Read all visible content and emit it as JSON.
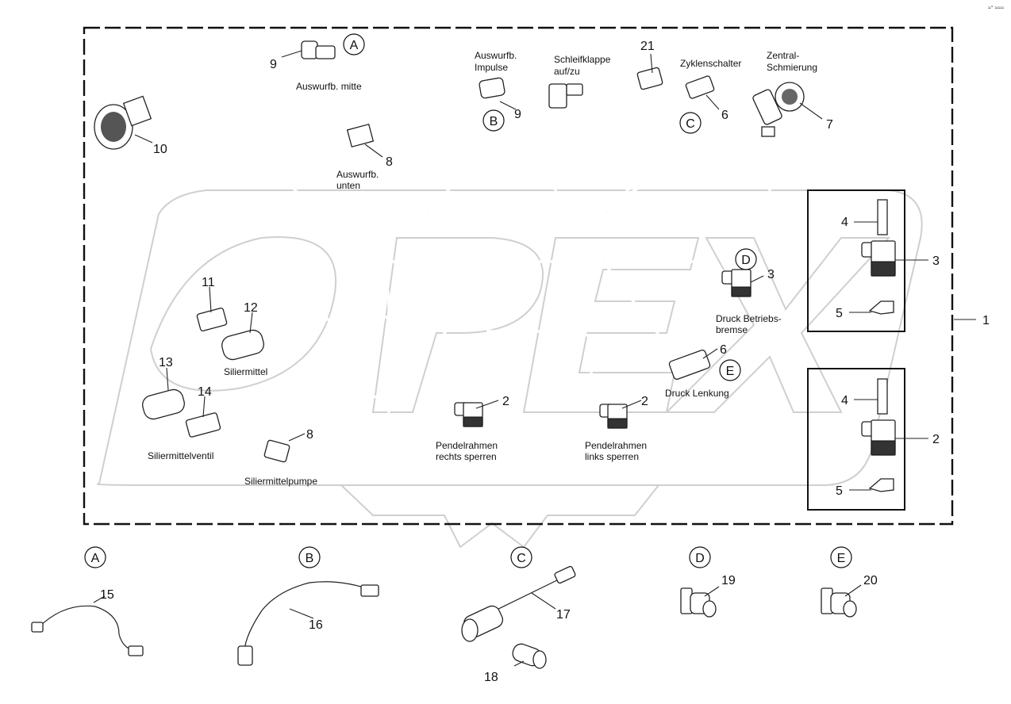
{
  "corner_mark": "≈° ≈≈≈",
  "labels": {
    "auswurfb_mitte": "Auswurfb. mitte",
    "auswurfb_impulse_1": "Auswurfb.",
    "auswurfb_impulse_2": "Impulse",
    "schleifklappe_1": "Schleifklappe",
    "schleifklappe_2": "auf/zu",
    "zyklenschalter": "Zyklenschalter",
    "zentral_1": "Zentral-",
    "zentral_2": "Schmierung",
    "auswurfb_unten_1": "Auswurfb.",
    "auswurfb_unten_2": "unten",
    "druck_betriebs_1": "Druck Betriebs-",
    "druck_betriebs_2": "bremse",
    "druck_lenkung": "Druck Lenkung",
    "siliermittel": "Siliermittel",
    "siliermittelventil": "Siliermittelventil",
    "siliermittelpumpe": "Siliermittelpumpe",
    "pendel_rechts_1": "Pendelrahmen",
    "pendel_rechts_2": "rechts sperren",
    "pendel_links_1": "Pendelrahmen",
    "pendel_links_2": "links sperren"
  },
  "part_numbers": {
    "n9a": "9",
    "n9b": "9",
    "n21": "21",
    "n6a": "6",
    "n7": "7",
    "n10": "10",
    "n8a": "8",
    "n3a": "3",
    "n6b": "6",
    "n2a": "2",
    "n2b": "2",
    "n11": "11",
    "n12": "12",
    "n13": "13",
    "n14": "14",
    "n8b": "8",
    "n4a": "4",
    "n3b": "3",
    "n5a": "5",
    "n1": "1",
    "n4b": "4",
    "n2c": "2",
    "n5b": "5",
    "n15": "15",
    "n16": "16",
    "n17": "17",
    "n18": "18",
    "n19": "19",
    "n20": "20"
  },
  "callouts": {
    "a_main": "A",
    "b_main": "B",
    "c_main": "C",
    "d_main": "D",
    "e_main": "E",
    "a_detail": "A",
    "b_detail": "B",
    "c_detail": "C",
    "d_detail": "D",
    "e_detail": "E"
  }
}
